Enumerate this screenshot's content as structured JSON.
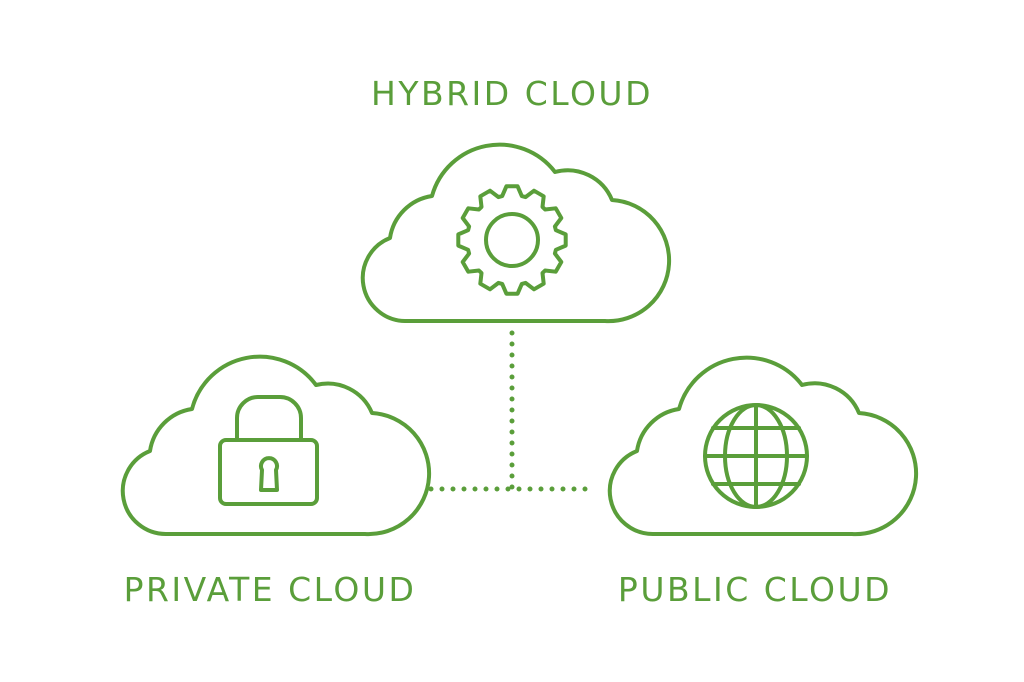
{
  "colors": {
    "accent": "#5a9e3a",
    "background": "#ffffff"
  },
  "nodes": {
    "hybrid": {
      "label": "HYBRID CLOUD",
      "icon": "gear-icon"
    },
    "private": {
      "label": "PRIVATE CLOUD",
      "icon": "padlock-icon"
    },
    "public": {
      "label": "PUBLIC CLOUD",
      "icon": "globe-icon"
    }
  },
  "connectors": [
    {
      "from": "hybrid",
      "to": "junction",
      "style": "dotted"
    },
    {
      "from": "private",
      "to": "public",
      "style": "dotted"
    }
  ]
}
